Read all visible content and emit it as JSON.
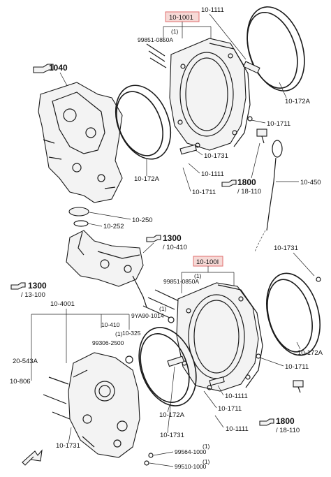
{
  "labels": {
    "housing_front_highlight": "10-1001",
    "housing_rear_highlight": "10-100I",
    "p_10_1111_top": "10-1111",
    "p_99851_top": "99851-0850A",
    "p_qty_1_top": "(1)",
    "p_1040": "1040",
    "p_10_172a_tr": "10-172A",
    "p_10_1711_tr": "10-1711",
    "p_10_1731_mid": "10-1731",
    "p_10_1111_mid": "10-1111",
    "p_10_172a_ml": "10-172A",
    "p_10_1711_ml": "10-1711",
    "p_1800_top": "1800",
    "p_18_110_top": "/ 18-110",
    "p_10_450": "10-450",
    "p_10_250": "10-250",
    "p_10_252": "10-252",
    "p_1300_mid": "1300",
    "p_10_410_mid": "/ 10-410",
    "p_10_1731_r": "10-1731",
    "p_99851_low": "99851-0850A",
    "p_qty_1_low": "(1)",
    "p_9ya90": "9YA90-1014",
    "p_1300_left": "1300",
    "p_13_100": "/ 13-100",
    "p_10_4001": "10-4001",
    "p_10_410_left": "10-410",
    "p_99306": "99306-2500",
    "p_10_325": "10-325",
    "p_20_543a": "20-543A",
    "p_10_806": "10-806",
    "p_10_172a_br": "10-172A",
    "p_10_1711_br": "10-1711",
    "p_10_1111_br": "10-1111",
    "p_10_1711_b": "10-1711",
    "p_10_172a_bl": "10-172A",
    "p_10_1731_b": "10-1731",
    "p_10_1111_b": "10-1111",
    "p_10_1731_bl": "10-1731",
    "p_1800_b": "1800",
    "p_18_110_b": "/ 18-110",
    "p_99564": "99564-1000",
    "p_99510": "99510-1000",
    "p_qty_1_a": "(1)",
    "p_qty_1_b": "(1)",
    "p_qty_1_c": "(1)",
    "p_qty_1_d": "(1)"
  },
  "colors": {
    "highlight_fill": "#f6d9d6",
    "highlight_stroke": "#e06f6f",
    "line": "#1a1a1a"
  },
  "icons": {
    "reference_arrow": "pointing-hand-icon",
    "front_arrow": "fwd-arrow-icon"
  }
}
